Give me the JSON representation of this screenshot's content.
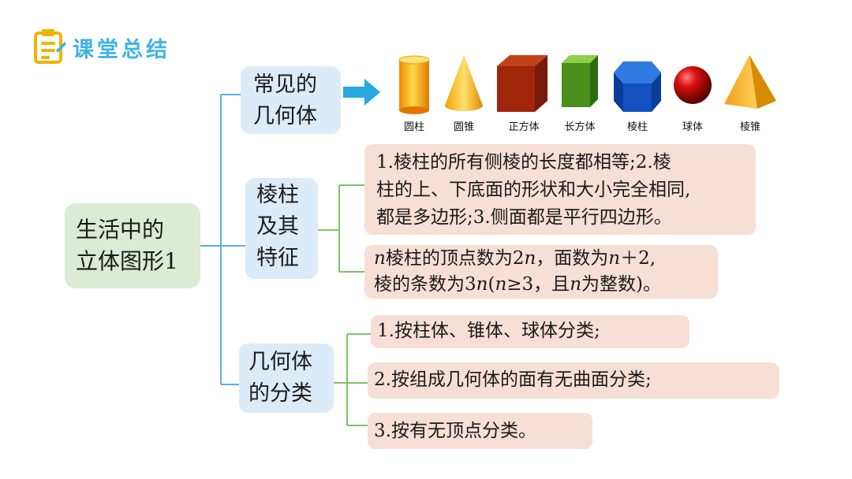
{
  "header": {
    "title": "课堂总结",
    "icon": "clipboard-icon"
  },
  "root": {
    "line1": "生活中的",
    "line2": "立体图形1"
  },
  "categories": [
    {
      "line1": "常见的",
      "line2": "几何体"
    },
    {
      "line1": "棱柱",
      "line2": "及其",
      "line3": "特征"
    },
    {
      "line1": "几何体",
      "line2": "的分类"
    }
  ],
  "shapes": [
    {
      "label": "圆柱",
      "icon": "cylinder-icon"
    },
    {
      "label": "圆锥",
      "icon": "cone-icon"
    },
    {
      "label": "正方体",
      "icon": "cube-icon"
    },
    {
      "label": "长方体",
      "icon": "cuboid-icon"
    },
    {
      "label": "棱柱",
      "icon": "prism-icon"
    },
    {
      "label": "球体",
      "icon": "sphere-icon"
    },
    {
      "label": "棱锥",
      "icon": "pyramid-icon"
    }
  ],
  "prism": {
    "features": {
      "line1": "1.棱柱的所有侧棱的长度都相等;2.棱",
      "line2": "柱的上、下底面的形状和大小完全相同,",
      "line3": "都是多边形;3.侧面都是平行四边形。"
    },
    "counts": {
      "n": "n",
      "l1a": "棱柱的顶点数为2",
      "l1b": "，面数为",
      "l1c": "＋2,",
      "l2a": "棱的条数为3",
      "l2b": "(",
      "l2c": "≥3，且",
      "l2d": "为整数)。"
    }
  },
  "classification": [
    "1.按柱体、锥体、球体分类;",
    "2.按组成几何体的面有无曲面分类;",
    "3.按有无顶点分类。"
  ]
}
